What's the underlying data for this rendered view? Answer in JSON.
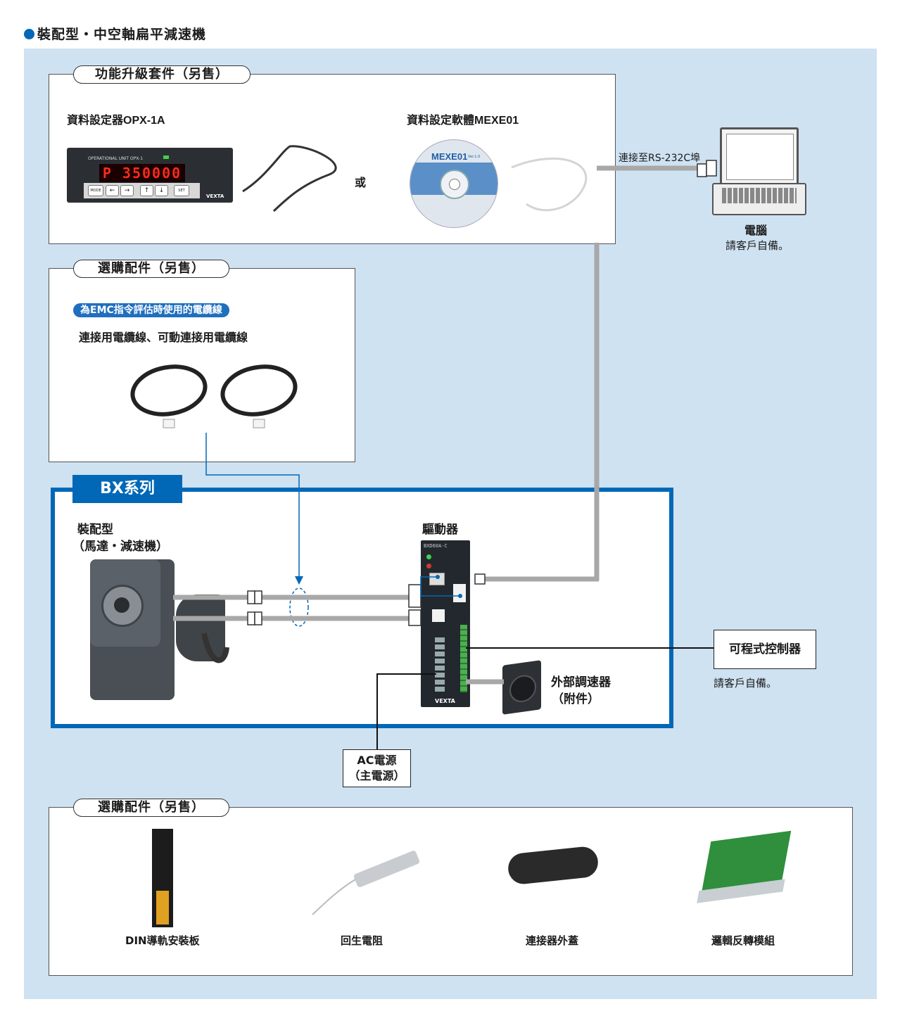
{
  "title": "裝配型・中空軸扁平減速機",
  "upgrade_kit": {
    "label": "功能升級套件（另售）",
    "unit_name_prefix": "資料設定器",
    "unit_name_model": "OPX-1A",
    "software_name_prefix": "資料設定軟體",
    "software_name_model": "MEXE01",
    "or": "或",
    "device_header": "OPERATIONAL UNIT OPX-1",
    "device_display": "P 350000",
    "device_brand": "VEXTA",
    "device_keys": [
      "MODE",
      "←",
      "→",
      "↑",
      "↓",
      "SET"
    ],
    "cd_title": "MEXE01",
    "cd_version": "Ver.1.0"
  },
  "connect_label": "連接至RS-232C埠",
  "pc": {
    "name": "電腦",
    "note": "請客戶自備。"
  },
  "accessories_top": {
    "label": "選購配件（另售）",
    "tag": "為EMC指令評估時使用的電纜線",
    "cables": "連接用電纜線、可動連接用電纜線"
  },
  "bx": {
    "title": "BX系列",
    "motor_label_1": "裝配型",
    "motor_label_2": "（馬達・減速機）",
    "driver_label": "驅動器",
    "driver_model": "BXD60A-C",
    "driver_brand": "VEXTA",
    "speed_label_1": "外部調速器",
    "speed_label_2": "（附件）"
  },
  "plc": {
    "name": "可程式控制器",
    "note": "請客戶自備。"
  },
  "ac": {
    "line1": "AC電源",
    "line2": "（主電源）"
  },
  "accessories_bottom": {
    "label": "選購配件（另售）",
    "items": [
      "DIN導軌安裝板",
      "回生電阻",
      "連接器外蓋",
      "邏輯反轉模組"
    ]
  },
  "colors": {
    "brand_blue": "#0068b7",
    "panel_bg": "#cfe2f2",
    "cable_gray": "#a8a8a8"
  }
}
